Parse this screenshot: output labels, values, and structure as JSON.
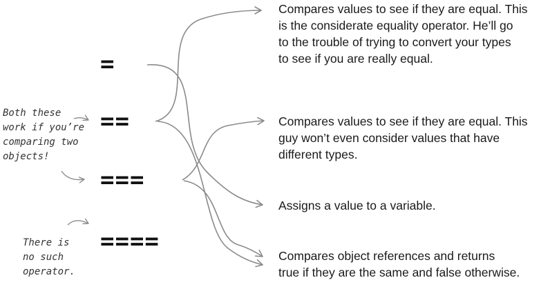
{
  "operators": [
    {
      "symbol": "="
    },
    {
      "symbol": "=="
    },
    {
      "symbol": "==="
    },
    {
      "symbol": "===="
    }
  ],
  "descriptions": [
    {
      "text": "Compares values to see if they are equal. This\nis the considerate equality operator. He’ll go\nto the trouble of trying to convert your types\nto see if you are really equal."
    },
    {
      "text": "Compares values to see if they are equal. This\nguy won’t even consider values that have\ndifferent types."
    },
    {
      "text": "Assigns a value to a variable."
    },
    {
      "text": "Compares object references and returns\ntrue if they are the same and false otherwise."
    }
  ],
  "notes": {
    "both_these": "Both these\nwork if you’re\ncomparing two\nobjects!",
    "no_such": "There is\nno such\noperator."
  },
  "colors": {
    "arrow": "#8a8a8a",
    "text": "#1a1a1a"
  }
}
